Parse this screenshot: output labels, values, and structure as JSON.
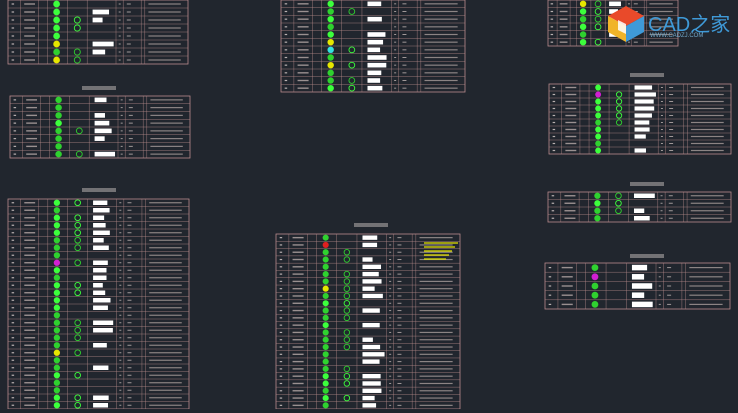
{
  "app": {
    "brand_text": "CAD之家",
    "brand_url": "WWW.CADZJ.COM"
  },
  "colors": {
    "background": "#21262e",
    "table_line": "#b98c8c",
    "plant_green": "#2fd12f",
    "plant_bright": "#3cff3c",
    "plant_yellow": "#e6e600",
    "plant_magenta": "#d21ed2",
    "plant_red": "#e02020",
    "plant_cyan": "#34e0e0",
    "white_bar": "#ffffff",
    "logo_blue": "#3f9ad8"
  },
  "tables": [
    {
      "id": "t1",
      "title": "",
      "rows": 8
    },
    {
      "id": "t2",
      "title": "",
      "rows": 12
    },
    {
      "id": "t3",
      "title": "",
      "rows": 6
    },
    {
      "id": "t4",
      "title": "",
      "rows": 8
    },
    {
      "id": "t5",
      "title": "",
      "rows": 10
    },
    {
      "id": "t6",
      "title": "",
      "rows": 4
    },
    {
      "id": "t7",
      "title": "",
      "rows": 5
    },
    {
      "id": "t8",
      "title": "",
      "rows": 28
    },
    {
      "id": "t9",
      "title": "",
      "rows": 24
    }
  ]
}
